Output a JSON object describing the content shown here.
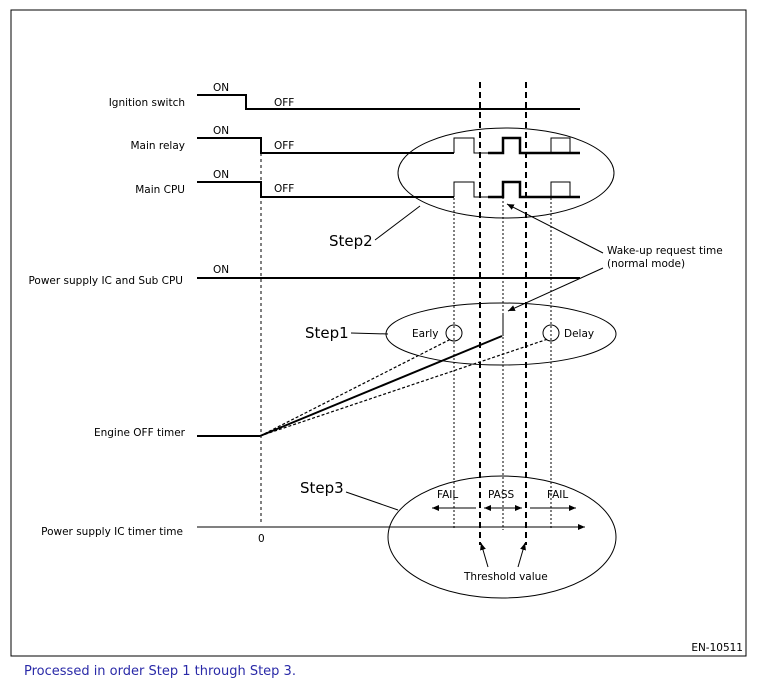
{
  "figure_id": "EN-10511",
  "caption": "Processed in order Step 1 through Step 3.",
  "colors": {
    "caption": "#2a2aa8",
    "line": "#000000"
  },
  "signals": [
    {
      "label": "Ignition switch",
      "state_before": "ON",
      "state_after": "OFF"
    },
    {
      "label": "Main relay",
      "state_before": "ON",
      "state_after": "OFF"
    },
    {
      "label": "Main CPU",
      "state_before": "ON",
      "state_after": "OFF"
    },
    {
      "label": "Power supply IC and Sub CPU",
      "state": "ON"
    },
    {
      "label": "Engine OFF timer"
    },
    {
      "label": "Power supply IC timer time",
      "origin": "0"
    }
  ],
  "steps": {
    "step1": "Step1",
    "step2": "Step2",
    "step3": "Step3"
  },
  "annotations": {
    "early": "Early",
    "delay": "Delay",
    "wakeup_line1": "Wake-up request time",
    "wakeup_line2": "(normal mode)",
    "fail_left": "FAIL",
    "pass": "PASS",
    "fail_right": "FAIL",
    "threshold": "Threshold value"
  }
}
